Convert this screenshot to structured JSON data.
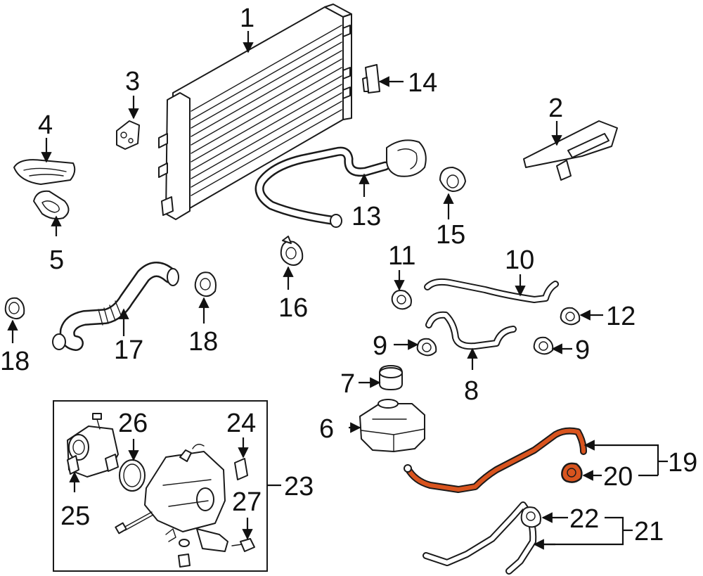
{
  "highlight_color": "#d9541e",
  "callouts": {
    "c1": "1",
    "c2": "2",
    "c3": "3",
    "c4": "4",
    "c5": "5",
    "c6": "6",
    "c7": "7",
    "c8": "8",
    "c9a": "9",
    "c9b": "9",
    "c10": "10",
    "c11": "11",
    "c12": "12",
    "c13": "13",
    "c14": "14",
    "c15": "15",
    "c16": "16",
    "c17": "17",
    "c18a": "18",
    "c18b": "18",
    "c19": "19",
    "c20": "20",
    "c21": "21",
    "c22": "22",
    "c23": "23",
    "c24": "24",
    "c25": "25",
    "c26": "26",
    "c27": "27"
  }
}
